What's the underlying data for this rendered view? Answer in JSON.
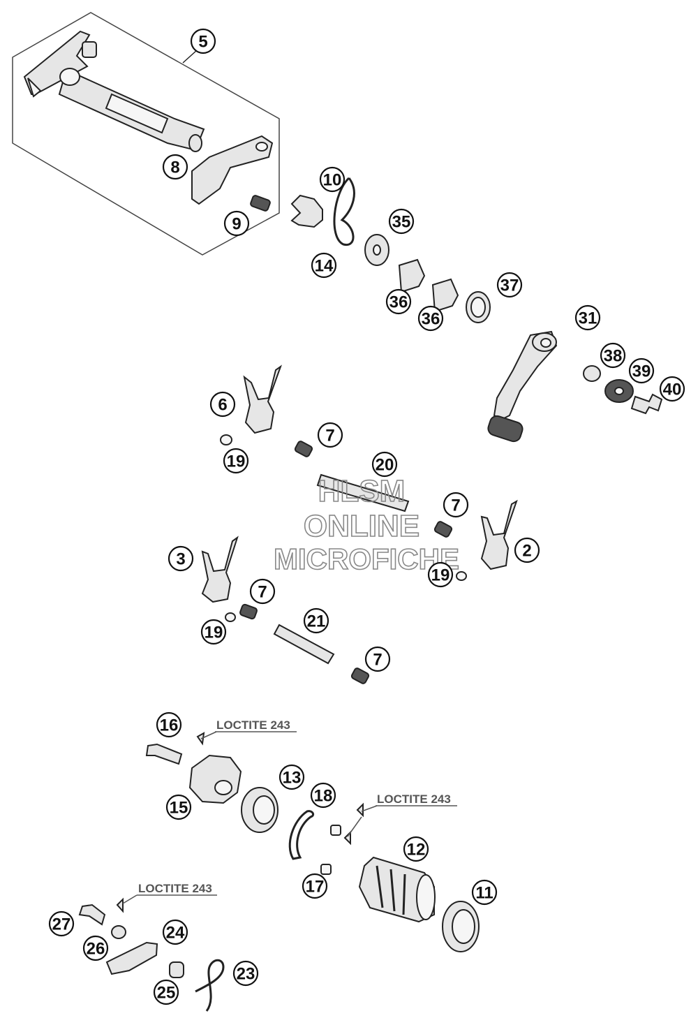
{
  "callouts": [
    "5",
    "8",
    "9",
    "10",
    "14",
    "35",
    "36",
    "36",
    "37",
    "31",
    "38",
    "39",
    "40",
    "6",
    "7",
    "19",
    "20",
    "7",
    "2",
    "19",
    "3",
    "7",
    "19",
    "21",
    "7",
    "16",
    "15",
    "13",
    "18",
    "17",
    "12",
    "11",
    "27",
    "26",
    "24",
    "25",
    "23"
  ],
  "loctite": [
    "LOCTITE 243",
    "LOCTITE 243",
    "LOCTITE 243"
  ],
  "watermark": [
    "HLSM",
    "ONLINE",
    "MICROFICHE"
  ]
}
